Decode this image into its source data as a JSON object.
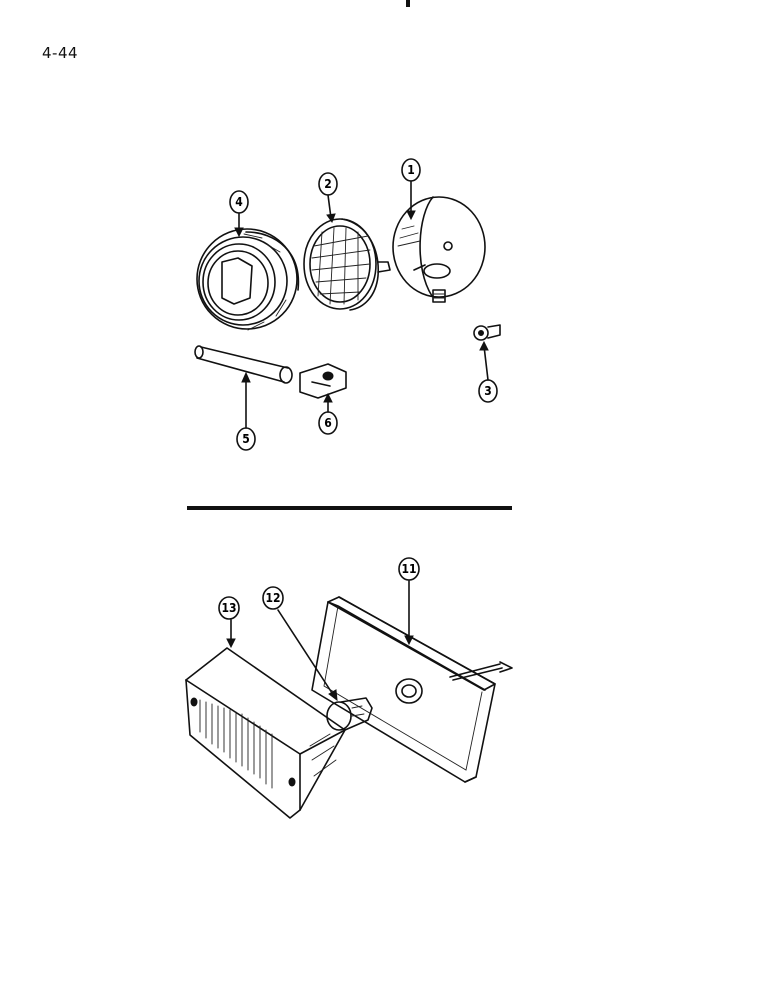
{
  "page": {
    "number": "4-44"
  },
  "callouts": [
    {
      "id": "1",
      "label": "1"
    },
    {
      "id": "2",
      "label": "2"
    },
    {
      "id": "3",
      "label": "3"
    },
    {
      "id": "4",
      "label": "4"
    },
    {
      "id": "5",
      "label": "5"
    },
    {
      "id": "6",
      "label": "6"
    },
    {
      "id": "11",
      "label": "11"
    },
    {
      "id": "12",
      "label": "12"
    },
    {
      "id": "13",
      "label": "13"
    }
  ]
}
